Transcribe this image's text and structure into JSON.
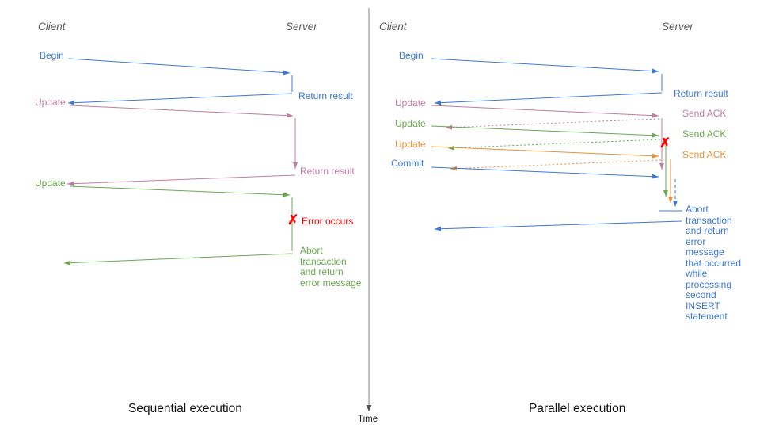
{
  "colors": {
    "blue": "#3c78d8",
    "pink": "#c27ba0",
    "green": "#6aa84f",
    "orange": "#e69138",
    "red": "#ff0000",
    "role_gray": "#595959",
    "timeline_gray": "#666666"
  },
  "timeline": {
    "label": "Time"
  },
  "left": {
    "title": "Sequential execution",
    "client": "Client",
    "server": "Server",
    "messages": {
      "begin": "Begin",
      "return1": "Return result",
      "update1": "Update",
      "return2": "Return result",
      "update2": "Update",
      "error_mark": "✗",
      "error_label": "Error occurs",
      "abort": "Abort\ntransaction\nand return\nerror message"
    }
  },
  "right": {
    "title": "Parallel execution",
    "client": "Client",
    "server": "Server",
    "messages": {
      "begin": "Begin",
      "return1": "Return result",
      "update1": "Update",
      "ack1": "Send ACK",
      "update2": "Update",
      "ack2": "Send ACK",
      "update3": "Update",
      "ack3": "Send ACK",
      "commit": "Commit",
      "error_mark": "✗",
      "abort": "Abort\ntransaction\nand return\nerror\nmessage\nthat occurred\nwhile\nprocessing\nsecond\nINSERT\nstatement"
    }
  }
}
